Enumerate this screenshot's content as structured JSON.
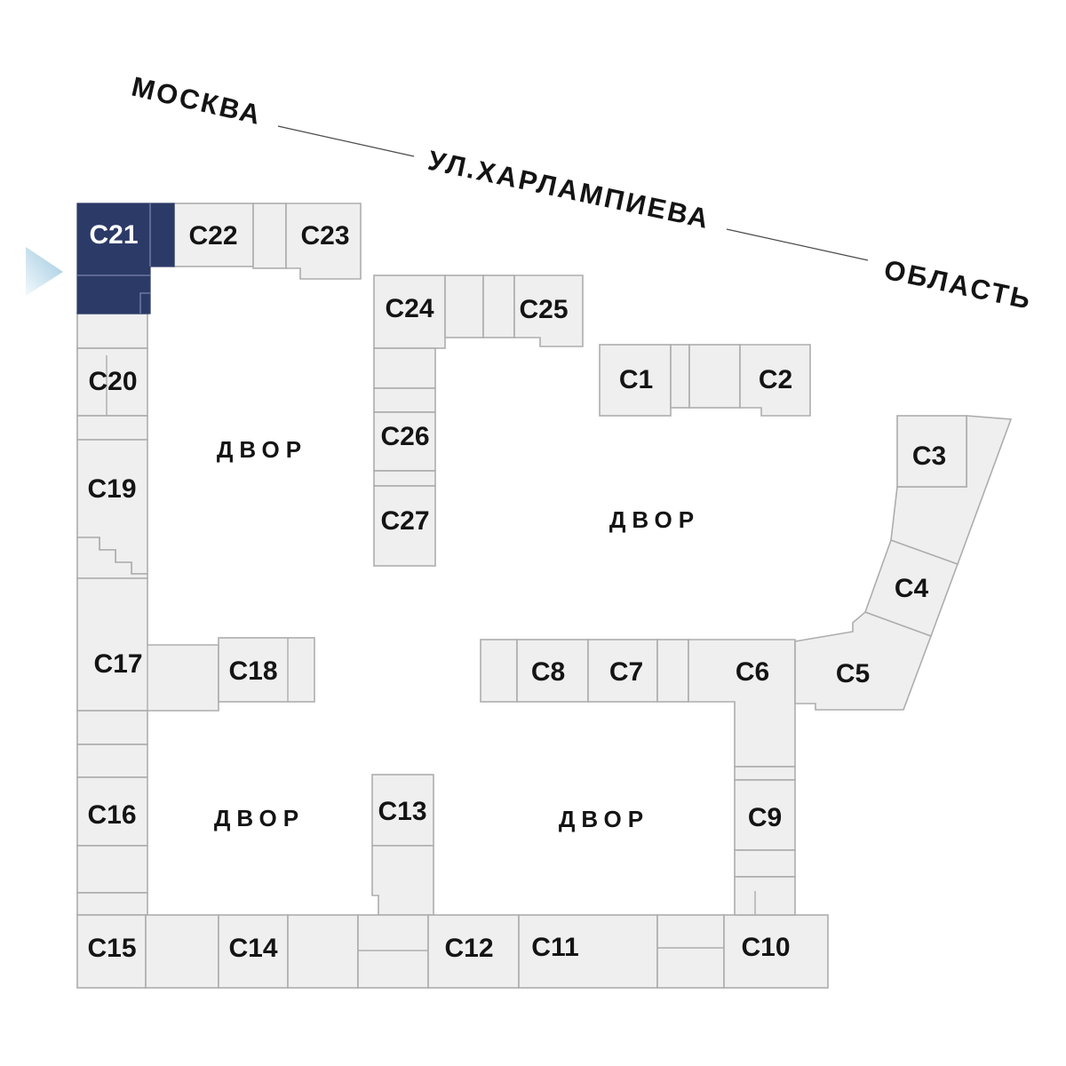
{
  "plan": {
    "streets": {
      "city_label": "МОСКВА",
      "street_name": "УЛ.ХАРЛАМПИЕВА",
      "region_label": "ОБЛАСТЬ"
    },
    "courtyard_label": "ДВОР",
    "buildings": [
      {
        "id": "c1",
        "label": "С1",
        "highlighted": false
      },
      {
        "id": "c2",
        "label": "С2",
        "highlighted": false
      },
      {
        "id": "c3",
        "label": "С3",
        "highlighted": false
      },
      {
        "id": "c4",
        "label": "С4",
        "highlighted": false
      },
      {
        "id": "c5",
        "label": "С5",
        "highlighted": false
      },
      {
        "id": "c6",
        "label": "С6",
        "highlighted": false
      },
      {
        "id": "c7",
        "label": "С7",
        "highlighted": false
      },
      {
        "id": "c8",
        "label": "С8",
        "highlighted": false
      },
      {
        "id": "c9",
        "label": "С9",
        "highlighted": false
      },
      {
        "id": "c10",
        "label": "С10",
        "highlighted": false
      },
      {
        "id": "c11",
        "label": "С11",
        "highlighted": false
      },
      {
        "id": "c12",
        "label": "С12",
        "highlighted": false
      },
      {
        "id": "c13",
        "label": "С13",
        "highlighted": false
      },
      {
        "id": "c14",
        "label": "С14",
        "highlighted": false
      },
      {
        "id": "c15",
        "label": "С15",
        "highlighted": false
      },
      {
        "id": "c16",
        "label": "С16",
        "highlighted": false
      },
      {
        "id": "c17",
        "label": "С17",
        "highlighted": false
      },
      {
        "id": "c18",
        "label": "С18",
        "highlighted": false
      },
      {
        "id": "c19",
        "label": "С19",
        "highlighted": false
      },
      {
        "id": "c20",
        "label": "С20",
        "highlighted": false
      },
      {
        "id": "c21",
        "label": "С21",
        "highlighted": true
      },
      {
        "id": "c22",
        "label": "С22",
        "highlighted": false
      },
      {
        "id": "c23",
        "label": "С23",
        "highlighted": false
      },
      {
        "id": "c24",
        "label": "С24",
        "highlighted": false
      },
      {
        "id": "c25",
        "label": "С25",
        "highlighted": false
      },
      {
        "id": "c26",
        "label": "С26",
        "highlighted": false
      },
      {
        "id": "c27",
        "label": "С27",
        "highlighted": false
      }
    ],
    "colors": {
      "highlight": "#2C3A67",
      "building_fill": "#EFEFEF",
      "building_stroke": "#ADADAD",
      "divider_on_highlight": "#7A84AC",
      "label_text": "#141414",
      "highlight_label_text": "#FFFFFF",
      "street_text": "#141414",
      "connector_line": "#4A4A4A",
      "arrow_gradient_start": "#9CC7DF",
      "arrow_gradient_end": "#EFF7FB"
    }
  }
}
